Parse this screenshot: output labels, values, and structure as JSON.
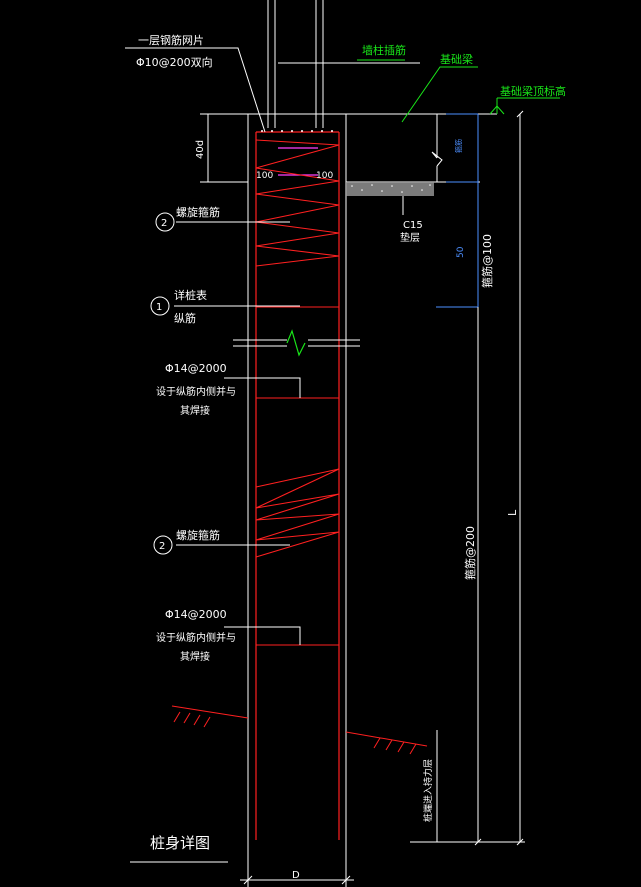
{
  "colors": {
    "background": "#000000",
    "outline": "#ffffff",
    "rebar": "#ff2020",
    "leader": "#19e619",
    "dimension": "#4d8fff",
    "magenta": "#ff40ff"
  },
  "labels": {
    "mesh_line1": "一层钢筋网片",
    "mesh_line2": "Φ10@200双向",
    "dowel": "墙柱插筋",
    "beam": "基础梁",
    "beam_top": "基础梁顶标高",
    "dim_100_left": "100",
    "dim_100_right": "100",
    "dim_40d": "40d",
    "c15_1": "C15",
    "c15_2": "垫层",
    "callout2_a": "螺旋箍筋",
    "callout1_a": "详桩表",
    "callout1_b": "纵筋",
    "phi14_a_1": "Φ14@2000",
    "phi14_a_2": "设于纵筋内侧并与",
    "phi14_a_3": "其焊接",
    "callout2_b": "螺旋箍筋",
    "phi14_b_1": "Φ14@2000",
    "phi14_b_2": "设于纵筋内侧并与",
    "phi14_b_3": "其焊接",
    "title": "桩身详图",
    "dim_d": "D",
    "dim_L": "L",
    "dim_50": "50",
    "stirrup_100": "箍筋@100",
    "stirrup_200": "箍筋@200",
    "blue_small": "箍筋",
    "vertical_note": "桩端进入持力层",
    "num_2a": "2",
    "num_1": "1",
    "num_2b": "2"
  }
}
